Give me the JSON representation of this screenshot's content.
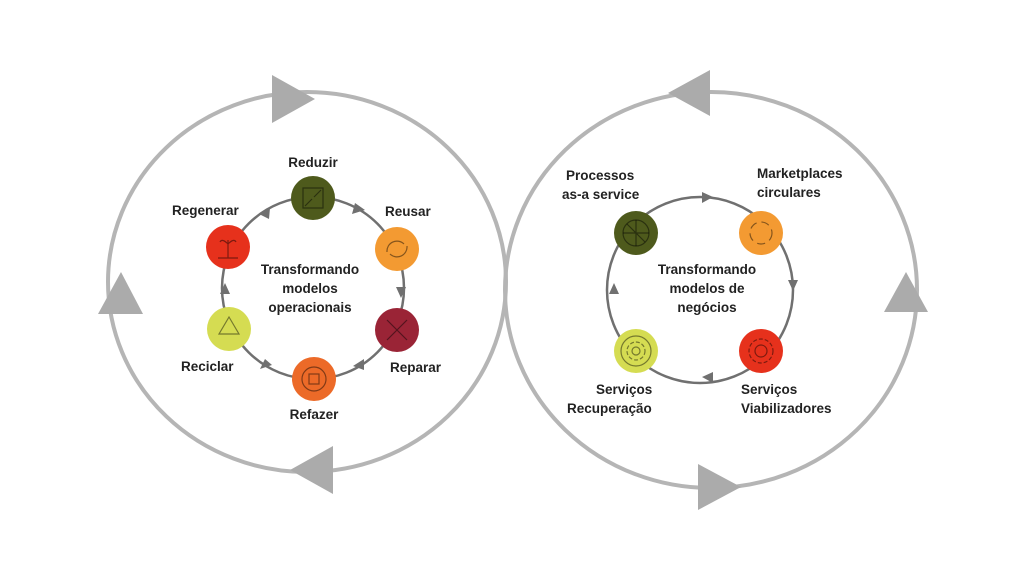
{
  "left_cycle": {
    "center_lines": [
      "Transformando",
      "modelos",
      "operacionais"
    ],
    "steps": [
      {
        "label": "Reduzir",
        "icon": "compress-icon",
        "color": "#4e5a1c"
      },
      {
        "label": "Reusar",
        "icon": "reuse-arrows-icon",
        "color": "#f39a32"
      },
      {
        "label": "Reparar",
        "icon": "tools-icon",
        "color": "#9a2436"
      },
      {
        "label": "Refazer",
        "icon": "gear-box-icon",
        "color": "#ec6a28"
      },
      {
        "label": "Reciclar",
        "icon": "recycle-icon",
        "color": "#d5dc52"
      },
      {
        "label": "Regenerar",
        "icon": "sprout-icon",
        "color": "#e6311c"
      }
    ]
  },
  "right_cycle": {
    "center_lines": [
      "Transformando",
      "modelos de",
      "negócios"
    ],
    "steps": [
      {
        "lines": [
          "Processos",
          "as-a service"
        ],
        "icon": "globe-network-icon",
        "color": "#4e5a1c"
      },
      {
        "lines": [
          "Marketplaces",
          "circulares"
        ],
        "icon": "circular-arrows-icon",
        "color": "#f39a32"
      },
      {
        "lines": [
          "Serviços",
          "Viabilizadores"
        ],
        "icon": "gear-wrench-icon",
        "color": "#e6311c"
      },
      {
        "lines": [
          "Serviços",
          "Recuperação"
        ],
        "icon": "gear-cycle-icon",
        "color": "#d5dc52"
      }
    ]
  },
  "colors": {
    "loop": "#b5b5b5",
    "inner_ring": "#707070"
  }
}
